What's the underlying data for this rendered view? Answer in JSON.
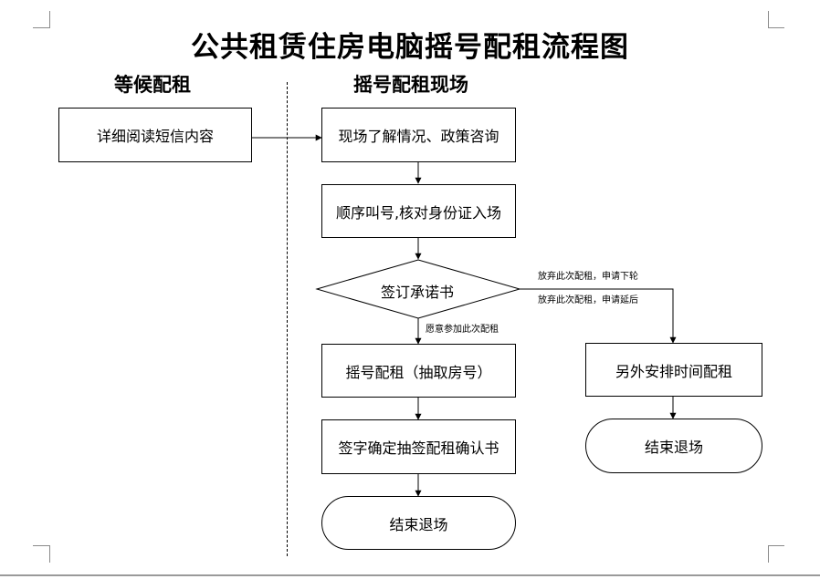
{
  "title": "公共租赁住房电脑摇号配租流程图",
  "lanes": {
    "left": "等候配租",
    "right": "摇号配租现场"
  },
  "nodes": {
    "read_sms": "详细阅读短信内容",
    "consult": "现场了解情况、政策咨询",
    "queue": "顺序叫号,核对身份证入场",
    "sign_promise": "签订承诺书",
    "lottery": "摇号配租（抽取房号）",
    "confirm": "签字确定抽签配租确认书",
    "end_main": "结束退场",
    "rearrange": "另外安排时间配租",
    "end_side": "结束退场"
  },
  "edge_labels": {
    "give_up_next": "放弃此次配租，申请下轮",
    "give_up_delay": "放弃此次配租，申请延后",
    "willing": "愿意参加此次配租"
  }
}
